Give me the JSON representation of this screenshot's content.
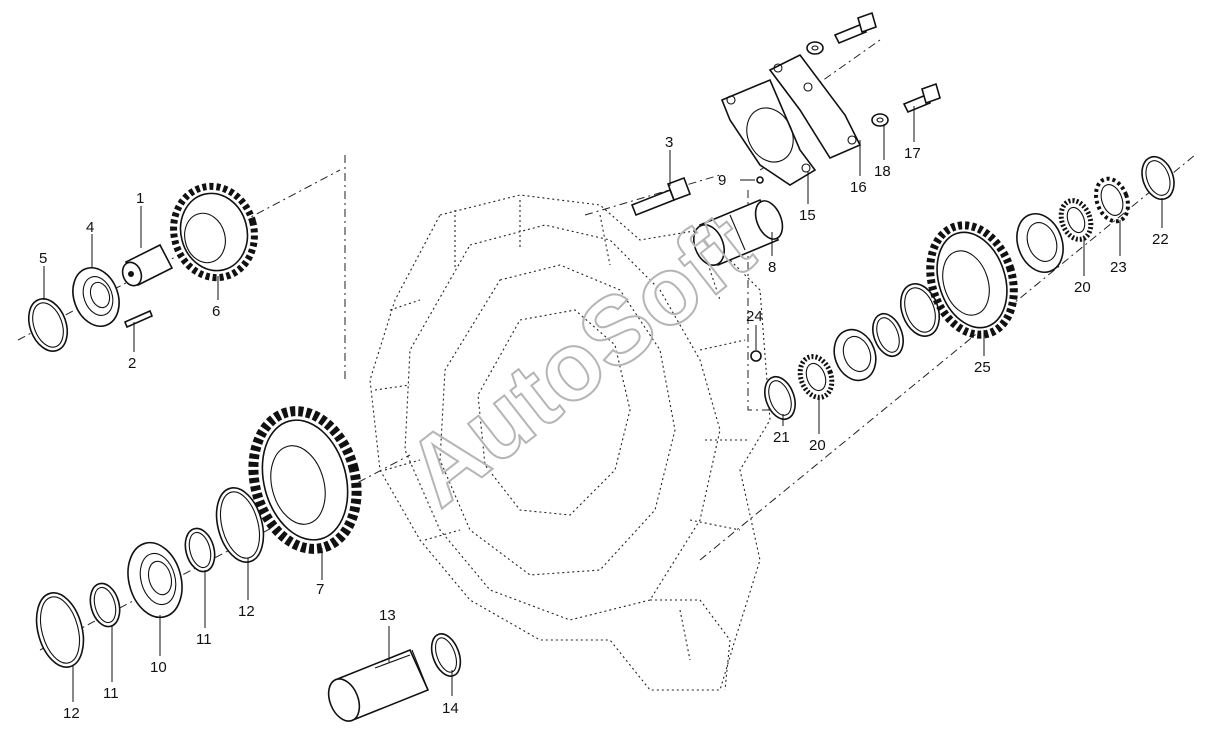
{
  "watermark": "AutoSoft",
  "labels": {
    "l1": "1",
    "l2": "2",
    "l3": "3",
    "l4": "4",
    "l5": "5",
    "l6": "6",
    "l7": "7",
    "l8": "8",
    "l9": "9",
    "l10": "10",
    "l11a": "11",
    "l11b": "11",
    "l12a": "12",
    "l12b": "12",
    "l13": "13",
    "l14": "14",
    "l15": "15",
    "l16": "16",
    "l17": "17",
    "l18": "18",
    "l20a": "20",
    "l20b": "20",
    "l21": "21",
    "l22": "22",
    "l23": "23",
    "l24": "24",
    "l25": "25"
  }
}
